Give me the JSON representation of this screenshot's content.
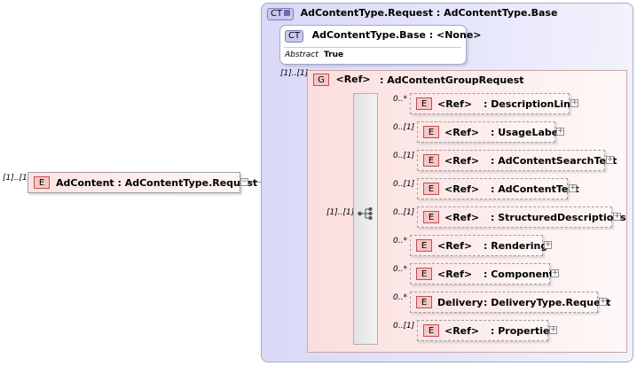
{
  "root": {
    "multiplicity": "[1]..[1]",
    "badge": "E",
    "label": "AdContent : AdContentType.Request",
    "collapse_glyph": "−"
  },
  "complex_type": {
    "badge": "CT",
    "title": "AdContentType.Request : AdContentType.Base",
    "base": {
      "badge": "CT",
      "title": "AdContentType.Base : <None>",
      "attr_name": "Abstract",
      "attr_value": "True"
    },
    "group_multiplicity": "[1]..[1]",
    "sequence_multiplicity": "[1]..[1]"
  },
  "group": {
    "badge": "G",
    "ref": "<Ref>",
    "name": ": AdContentGroupRequest"
  },
  "elements": [
    {
      "mult": "0..*",
      "badge": "E",
      "ref": "<Ref>",
      "name": ": DescriptionLine"
    },
    {
      "mult": "0..[1]",
      "badge": "E",
      "ref": "<Ref>",
      "name": ": UsageLabel"
    },
    {
      "mult": "0..[1]",
      "badge": "E",
      "ref": "<Ref>",
      "name": ": AdContentSearchText"
    },
    {
      "mult": "0..[1]",
      "badge": "E",
      "ref": "<Ref>",
      "name": ": AdContentText"
    },
    {
      "mult": "0..[1]",
      "badge": "E",
      "ref": "<Ref>",
      "name": ": StructuredDescriptions"
    },
    {
      "mult": "0..*",
      "badge": "E",
      "ref": "<Ref>",
      "name": ": Rendering"
    },
    {
      "mult": "0..*",
      "badge": "E",
      "ref": "<Ref>",
      "name": ": Component"
    },
    {
      "mult": "0..*",
      "badge": "E",
      "ref": "Delivery",
      "name": ": DeliveryType.Request"
    },
    {
      "mult": "0..[1]",
      "badge": "E",
      "ref": "<Ref>",
      "name": ": Properties"
    }
  ],
  "expand_glyph": "+",
  "colors": {
    "ct_background": "#e0e0fa",
    "group_background": "#fbe3e3",
    "element_badge": "#f7c6c6",
    "connector": "#8c8c8c"
  }
}
